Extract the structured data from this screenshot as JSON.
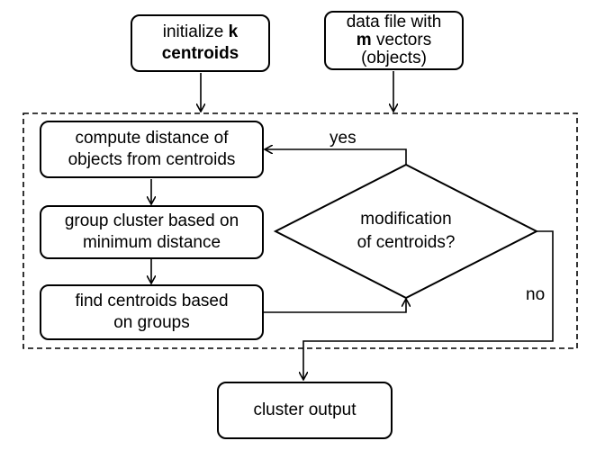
{
  "boxes": {
    "init": {
      "text_a": "initialize ",
      "text_bold_k": "k",
      "text_bold_b": "centroids"
    },
    "data_file": {
      "line1": "data file with",
      "line2_bold": "m",
      "line2_rest": " vectors",
      "line3": "(objects)"
    },
    "compute": {
      "line1": "compute distance of",
      "line2": "objects from centroids"
    },
    "group": {
      "line1": "group cluster based on",
      "line2": "minimum distance"
    },
    "find": {
      "line1": "find centroids based",
      "line2": "on groups"
    },
    "output": {
      "label": "cluster output"
    }
  },
  "decision": {
    "line1": "modification",
    "line2": "of centroids?"
  },
  "edge_labels": {
    "yes": "yes",
    "no": "no"
  }
}
